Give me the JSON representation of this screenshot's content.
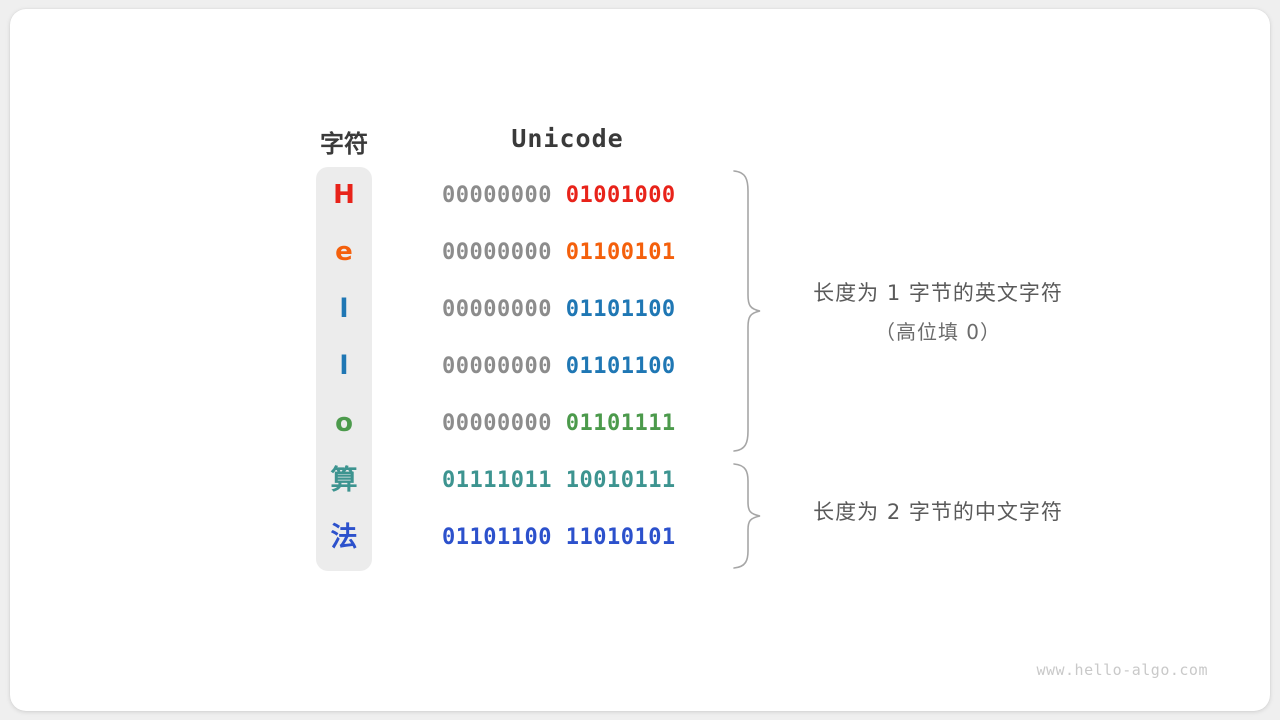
{
  "watermark": "www.hello-algo.com",
  "table": {
    "headers": {
      "character": "字符",
      "unicode": "Unicode"
    },
    "rows": [
      {
        "char": "H",
        "color": "#e8231a",
        "byte_high": "00000000",
        "byte_low": "01001000",
        "high_is_padding": true
      },
      {
        "char": "e",
        "color": "#f4600c",
        "byte_high": "00000000",
        "byte_low": "01100101",
        "high_is_padding": true
      },
      {
        "char": "l",
        "color": "#1f77b4",
        "byte_high": "00000000",
        "byte_low": "01101100",
        "high_is_padding": true
      },
      {
        "char": "l",
        "color": "#1f77b4",
        "byte_high": "00000000",
        "byte_low": "01101100",
        "high_is_padding": true
      },
      {
        "char": "o",
        "color": "#4c9a4c",
        "byte_high": "00000000",
        "byte_low": "01101111",
        "high_is_padding": true
      },
      {
        "char": "算",
        "color": "#3d9490",
        "byte_high": "01111011",
        "byte_low": "10010111",
        "high_is_padding": false
      },
      {
        "char": "法",
        "color": "#2c51cc",
        "byte_high": "01101100",
        "byte_low": "11010101",
        "high_is_padding": false
      }
    ]
  },
  "annotations": [
    {
      "line1": "长度为 1 字节的英文字符",
      "line2": "（高位填 0）"
    },
    {
      "line1": "长度为 2 字节的中文字符",
      "line2": ""
    }
  ],
  "colors": {
    "padding_byte": "#8c8c8c",
    "brace": "#a6a6a6",
    "char_column_bg": "#ececec",
    "card_bg": "#ffffff",
    "page_bg": "#efefef"
  }
}
